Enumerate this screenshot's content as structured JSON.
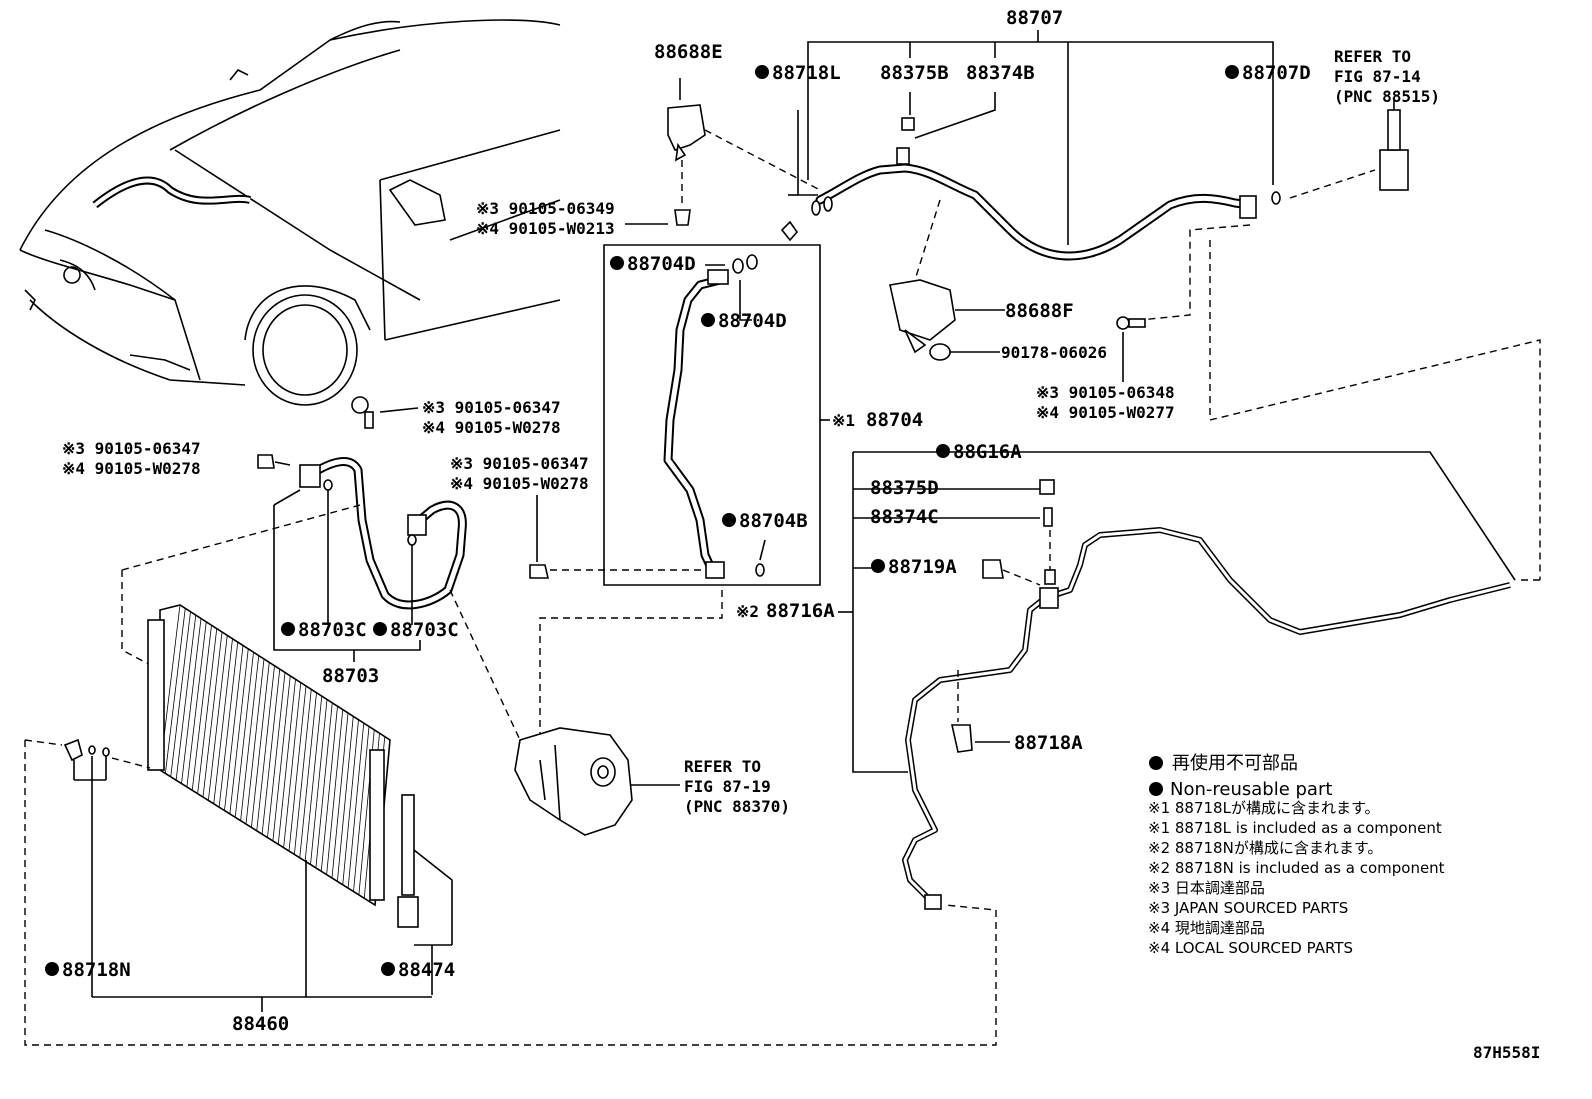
{
  "labels": {
    "p88707": "88707",
    "p88688E": "88688E",
    "p88718L": "88718L",
    "p88375B": "88375B",
    "p88374B": "88374B",
    "p88707D": "88707D",
    "refer1_l1": "REFER TO",
    "refer1_l2": "FIG 87-14",
    "refer1_l3": "(PNC 88515)",
    "p88704D_a": "88704D",
    "p88704D_b": "88704D",
    "p88688F": "88688F",
    "p90178": "90178-06026",
    "p88704": "88704",
    "p88704_mark": "※1",
    "p88704B": "88704B",
    "p88G16A": "88G16A",
    "p88375D": "88375D",
    "p88374C": "88374C",
    "p88719A": "88719A",
    "p88716A": "88716A",
    "p88716A_mark": "※2",
    "p88718A": "88718A",
    "p88703C_a": "88703C",
    "p88703C_b": "88703C",
    "p88703": "88703",
    "p88718N": "88718N",
    "p88474": "88474",
    "p88460": "88460",
    "refer2_l1": "REFER TO",
    "refer2_l2": "FIG 87-19",
    "refer2_l3": "(PNC 88370)",
    "image_code": "87H558I"
  },
  "bolts": {
    "b1_l1": "※3 90105-06349",
    "b1_l2": "※4 90105-W0213",
    "b2_l1": "※3 90105-06347",
    "b2_l2": "※4 90105-W0278",
    "b3_l1": "※3 90105-06347",
    "b3_l2": "※4 90105-W0278",
    "b4_l1": "※3 90105-06347",
    "b4_l2": "※4 90105-W0278",
    "b5_l1": "※3 90105-06348",
    "b5_l2": "※4 90105-W0277"
  },
  "legend": {
    "jp_nonreusable": "再使用不可部品",
    "en_nonreusable": "Non-reusable part",
    "n1_jp": "※1 88718Lが構成に含まれます。",
    "n1_en": "※1 88718L is included as a component",
    "n2_jp": "※2 88718Nが構成に含まれます。",
    "n2_en": "※2 88718N is included as a component",
    "n3_jp": "※3 日本調達部品",
    "n3_en": "※3 JAPAN SOURCED PARTS",
    "n4_jp": "※4 現地調達部品",
    "n4_en": "※4 LOCAL SOURCED PARTS"
  }
}
